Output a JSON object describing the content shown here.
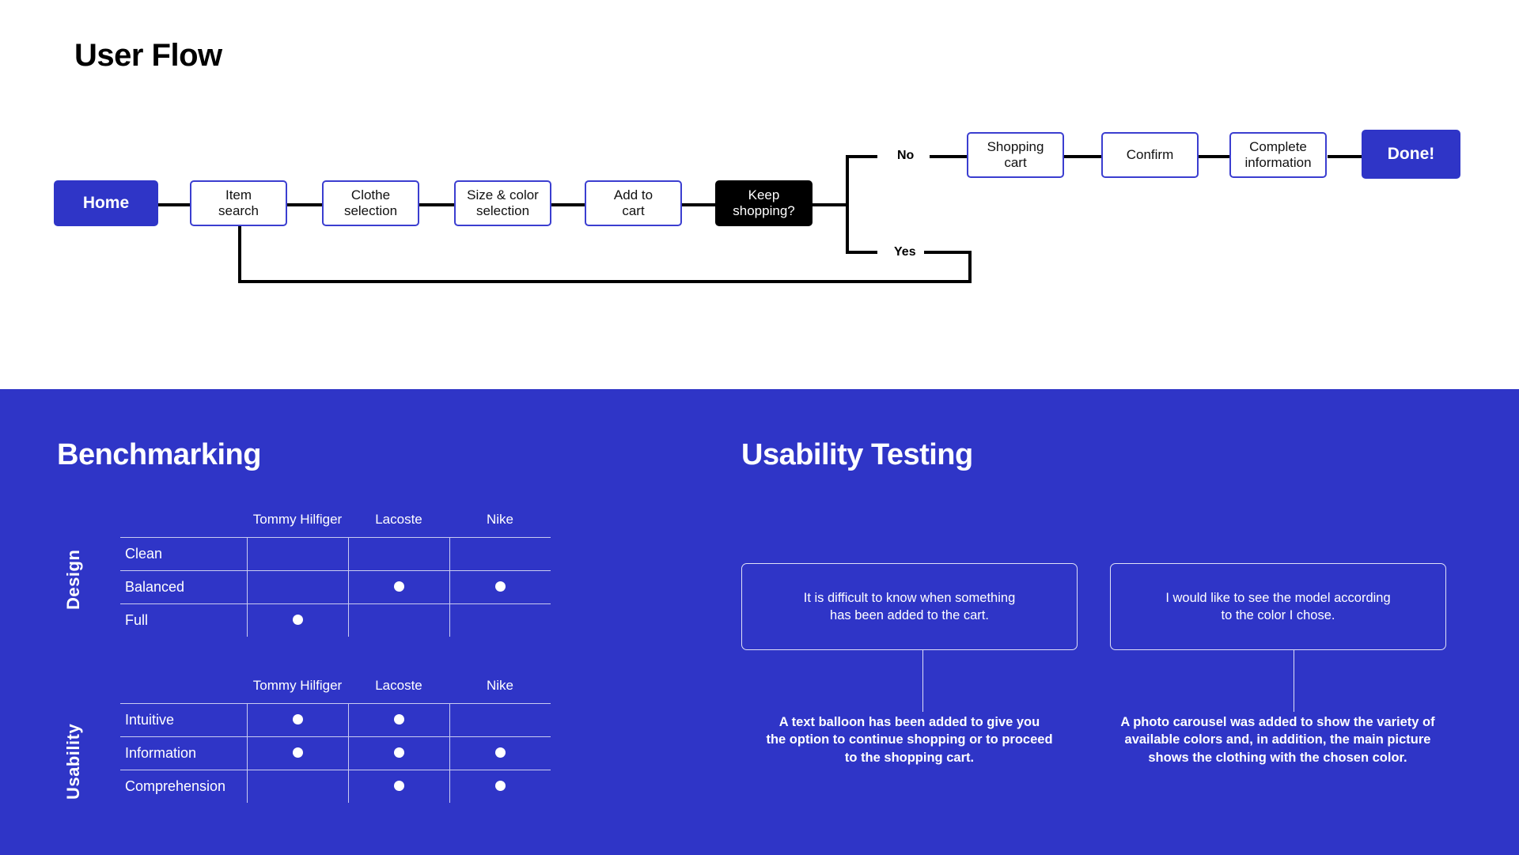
{
  "page": {
    "title": "User Flow",
    "accent_blue": "#2f35c7",
    "node_border_blue": "#3b3ed0",
    "dark": "#000000",
    "white": "#ffffff"
  },
  "user_flow": {
    "nodes": [
      {
        "id": "home",
        "label": "Home",
        "style": "filled"
      },
      {
        "id": "item-search",
        "label": "Item\nsearch",
        "style": "plain"
      },
      {
        "id": "clothe",
        "label": "Clothe\nselection",
        "style": "plain"
      },
      {
        "id": "size-color",
        "label": "Size & color\nselection",
        "style": "plain"
      },
      {
        "id": "add-to-cart",
        "label": "Add to\ncart",
        "style": "plain"
      },
      {
        "id": "keep-shop",
        "label": "Keep\nshopping?",
        "style": "dark"
      },
      {
        "id": "shopping-cart",
        "label": "Shopping\ncart",
        "style": "plain"
      },
      {
        "id": "confirm",
        "label": "Confirm",
        "style": "plain"
      },
      {
        "id": "complete-info",
        "label": "Complete\ninformation",
        "style": "plain"
      },
      {
        "id": "done",
        "label": "Done!",
        "style": "filled"
      }
    ],
    "branches": {
      "no": "No",
      "yes": "Yes"
    }
  },
  "benchmarking": {
    "title": "Benchmarking",
    "brands": [
      "Tommy Hilfiger",
      "Lacoste",
      "Nike"
    ],
    "tables": [
      {
        "axis_label": "Design",
        "rows": [
          {
            "label": "Clean",
            "marks": [
              false,
              false,
              false
            ]
          },
          {
            "label": "Balanced",
            "marks": [
              false,
              true,
              true
            ]
          },
          {
            "label": "Full",
            "marks": [
              true,
              false,
              false
            ]
          }
        ]
      },
      {
        "axis_label": "Usability",
        "rows": [
          {
            "label": "Intuitive",
            "marks": [
              true,
              true,
              false
            ]
          },
          {
            "label": "Information",
            "marks": [
              true,
              true,
              true
            ]
          },
          {
            "label": "Comprehension",
            "marks": [
              false,
              true,
              true
            ]
          }
        ]
      }
    ]
  },
  "usability_testing": {
    "title": "Usability Testing",
    "items": [
      {
        "quote": "It is difficult to know when something\nhas been added to the cart.",
        "finding": "A text balloon has been added to give you\nthe option to continue shopping or to proceed\nto the shopping cart."
      },
      {
        "quote": "I would like to see the model according\nto the color I chose.",
        "finding": "A photo carousel was added to show the variety of\navailable colors and, in addition, the main picture\nshows the clothing with the chosen color."
      }
    ]
  }
}
